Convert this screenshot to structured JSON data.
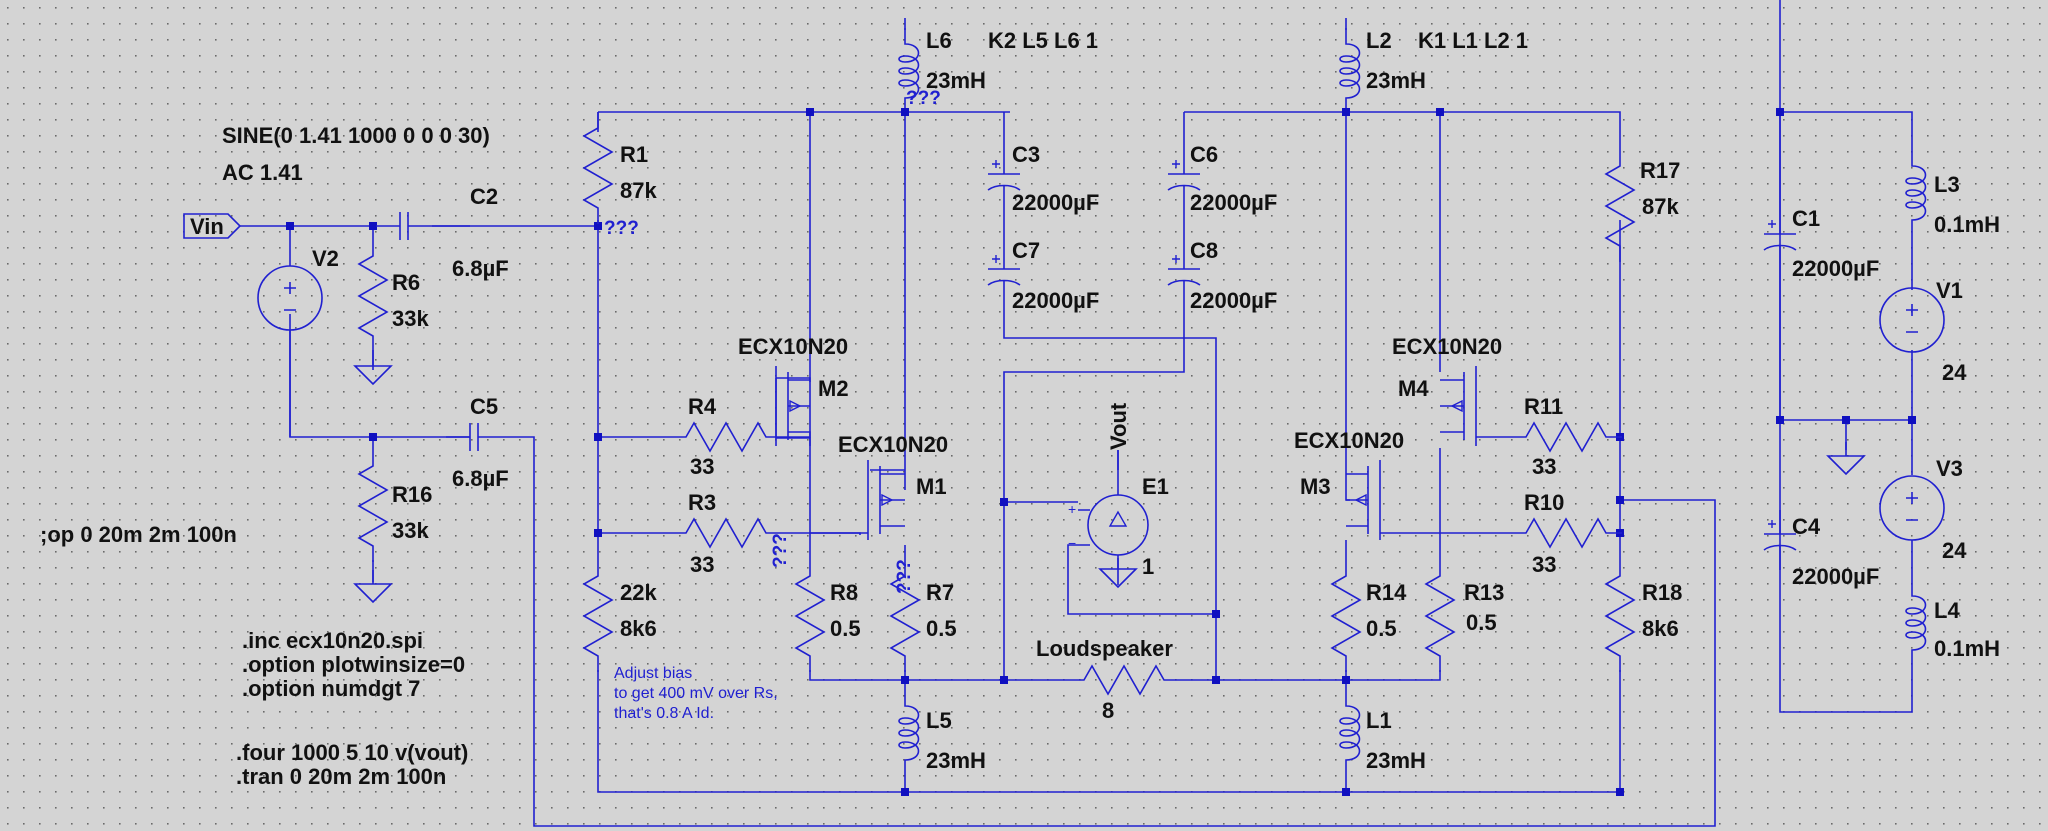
{
  "schematic": {
    "ports": {
      "vin": "Vin",
      "vout": "Vout"
    },
    "source_v2": {
      "ref": "V2",
      "sine": "SINE(0 1.41 1000 0 0 0 30)",
      "ac": "AC 1.41"
    },
    "resistors": [
      {
        "ref": "R1",
        "value": "87k"
      },
      {
        "ref": "R6",
        "value": "33k"
      },
      {
        "ref": "R16",
        "value": "33k"
      },
      {
        "ref": "R4",
        "value": "33"
      },
      {
        "ref": "R3",
        "value": "33"
      },
      {
        "ref": "22k",
        "value": "8k6"
      },
      {
        "ref": "R8",
        "value": "0.5"
      },
      {
        "ref": "R7",
        "value": "0.5"
      },
      {
        "ref": "R17",
        "value": "87k"
      },
      {
        "ref": "R11",
        "value": "33"
      },
      {
        "ref": "R10",
        "value": "33"
      },
      {
        "ref": "R14",
        "value": "0.5"
      },
      {
        "ref": "R13",
        "value": "0.5"
      },
      {
        "ref": "R18",
        "value": "8k6"
      },
      {
        "ref": "Loudspeaker",
        "value": "8"
      }
    ],
    "capacitors": [
      {
        "ref": "C2",
        "value": "6.8µF"
      },
      {
        "ref": "C5",
        "value": "6.8µF"
      },
      {
        "ref": "C3",
        "value": "22000µF"
      },
      {
        "ref": "C7",
        "value": "22000µF"
      },
      {
        "ref": "C6",
        "value": "22000µF"
      },
      {
        "ref": "C8",
        "value": "22000µF"
      },
      {
        "ref": "C1",
        "value": "22000µF"
      },
      {
        "ref": "C4",
        "value": "22000µF"
      }
    ],
    "inductors": [
      {
        "ref": "L6",
        "value": "23mH"
      },
      {
        "ref": "L2",
        "value": "23mH"
      },
      {
        "ref": "L5",
        "value": "23mH"
      },
      {
        "ref": "L1",
        "value": "23mH"
      },
      {
        "ref": "L3",
        "value": "0.1mH"
      },
      {
        "ref": "L4",
        "value": "0.1mH"
      }
    ],
    "couplings": [
      "K2 L5 L6 1",
      "K1 L1 L2 1"
    ],
    "mosfets": [
      {
        "ref": "M2",
        "model": "ECX10N20"
      },
      {
        "ref": "M1",
        "model": "ECX10N20"
      },
      {
        "ref": "M4",
        "model": "ECX10N20"
      },
      {
        "ref": "M3",
        "model": "ECX10N20"
      }
    ],
    "supplies": [
      {
        "ref": "V1",
        "value": "24"
      },
      {
        "ref": "V3",
        "value": "24"
      }
    ],
    "amp_e1": {
      "ref": "E1",
      "value": "1"
    },
    "unknown_marker": "???",
    "directives": {
      "op": ";op 0 20m 2m 100n",
      "inc": ".inc ecx10n20.spi",
      "plotwinsize": ".option plotwinsize=0",
      "numdgt": ".option numdgt 7",
      "four": ".four 1000 5 10 v(vout)",
      "tran": ".tran 0 20m 2m 100n"
    },
    "comment": [
      "Adjust bias",
      "to get 400 mV over Rs,",
      "that's 0.8 A Id."
    ]
  }
}
